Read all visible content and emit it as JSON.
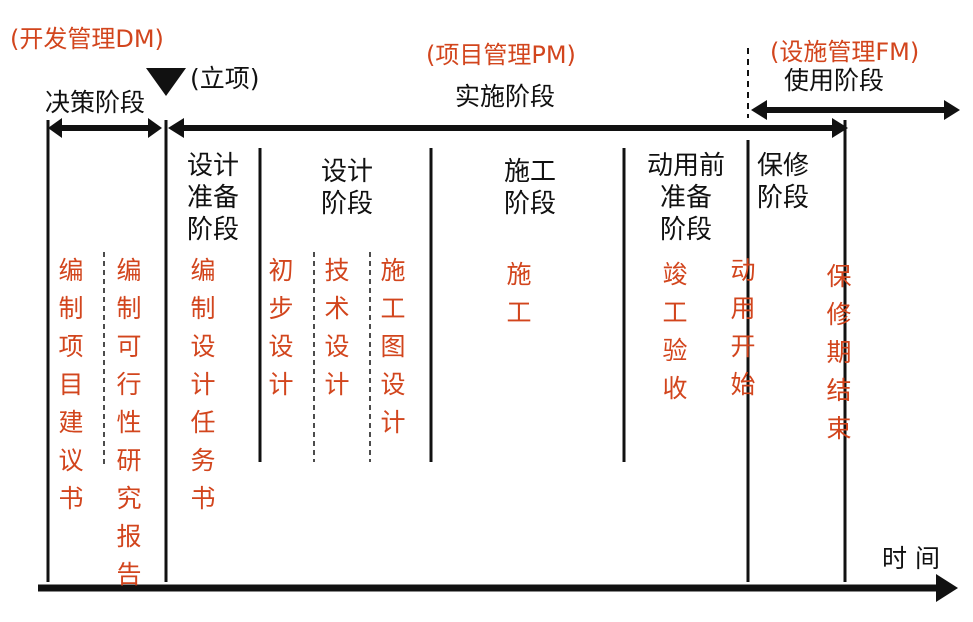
{
  "roles": {
    "dm": "(开发管理DM)",
    "pm": "(项目管理PM)",
    "fm": "(设施管理FM)"
  },
  "milestone": {
    "label": "(立项)"
  },
  "periods": {
    "decision": "决策阶段",
    "implementation": "实施阶段",
    "usage": "使用阶段"
  },
  "phases": {
    "design_prep": "设计\n准备\n阶段",
    "design": "设计\n阶段",
    "construction": "施工\n阶段",
    "pre_use": "动用前\n准备\n阶段",
    "warranty": "保修\n阶段"
  },
  "activities": {
    "project_proposal": "编\n制\n项\n目\n建\n议\n书",
    "feasibility_report": "编\n制\n可\n行\n性\n研\n究\n报\n告",
    "design_brief": "编\n制\n设\n计\n任\n务\n书",
    "preliminary_design": "初\n步\n设\n计",
    "technical_design": "技\n术\n设\n计",
    "construction_drawing": "施\n工\n图\n设\n计",
    "construction": "施\n工",
    "completion_acceptance": "竣\n工\n验\n收",
    "commissioning": "动\n用\n开\n始",
    "warranty_end": "保\n修\n期\n结\n束"
  },
  "axis": {
    "label": "时 间"
  },
  "colors": {
    "accent": "#d2451d",
    "ink": "#111111"
  }
}
